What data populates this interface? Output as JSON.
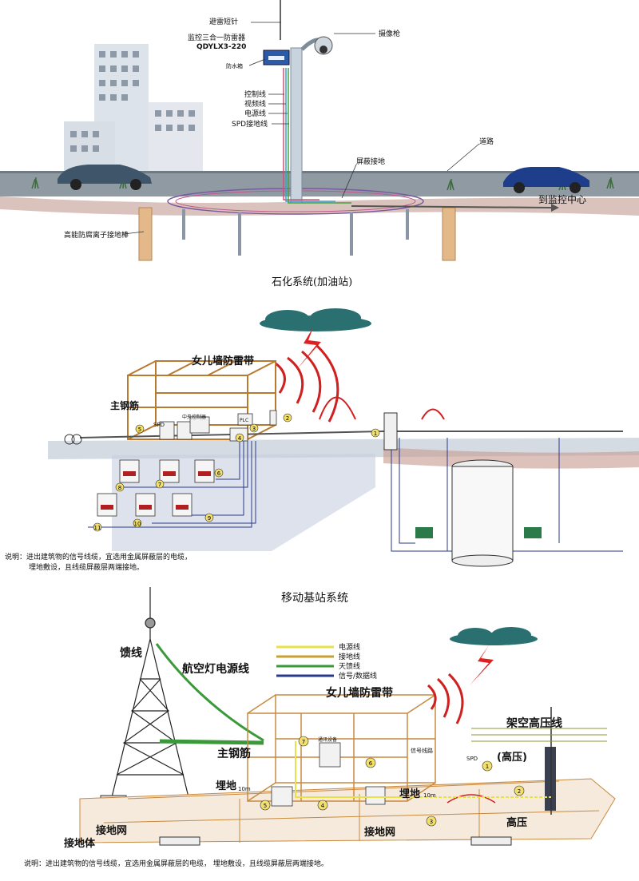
{
  "section1": {
    "caption": "石化系统(加油站)",
    "labels": {
      "lightning_rod": "避雷短针",
      "arrester_line1": "监控三合一防雷器",
      "arrester_line2": "QDYLX3-220",
      "waterproof_box": "防水箱",
      "camera": "摄像枪",
      "control_line": "控制线",
      "video_line": "视频线",
      "power_line": "电源线",
      "spd_ground": "SPD接地线",
      "shield_ground": "屏蔽接地",
      "road": "道路",
      "to_monitor": "到监控中心",
      "ground_rod": "高能防腐离子接地棒"
    }
  },
  "section2": {
    "labels": {
      "parapet": "女儿墙防雷带",
      "main_rebar": "主钢筋",
      "spd": "SPD",
      "central_controller": "中央控制器",
      "plc": "PLC"
    },
    "numbers": [
      "1",
      "2",
      "3",
      "4",
      "5",
      "6",
      "7",
      "8",
      "9",
      "10",
      "11"
    ],
    "note_line1": "说明：进出建筑物的信号线缆，宜选用金属屏蔽层的电缆，",
    "note_line2": "埋地敷设，且线缆屏蔽层两端接地。"
  },
  "section3": {
    "caption": "移动基站系统",
    "legend": [
      {
        "label": "电源线",
        "color": "#e8e14a"
      },
      {
        "label": "接地线",
        "color": "#c8a030"
      },
      {
        "label": "天馈线",
        "color": "#3a9a3a"
      },
      {
        "label": "信号/数据线",
        "color": "#2a3a8a"
      }
    ],
    "labels": {
      "feeder": "馈线",
      "aviation_light": "航空灯电源线",
      "parapet": "女儿墙防雷带",
      "main_rebar": "主钢筋",
      "comm_equipment": "通讯设备",
      "signal_route": "信号线路",
      "buried1": "埋地",
      "buried1_dist": "10m",
      "buried2": "埋地",
      "buried2_dist": "10m",
      "ground_grid1": "接地网",
      "ground_body": "接地体",
      "ground_grid2": "接地网",
      "overhead_hv": "架空高压线",
      "hv_paren": "(高压)",
      "hv": "高压",
      "spd": "SPD"
    },
    "numbers": [
      "1",
      "2",
      "3",
      "4",
      "5",
      "6",
      "7"
    ],
    "note": "说明：进出建筑物的信号线缆，宜选用金属屏蔽层的电缆， 埋地敷设，且线缆屏蔽层两端接地。"
  }
}
